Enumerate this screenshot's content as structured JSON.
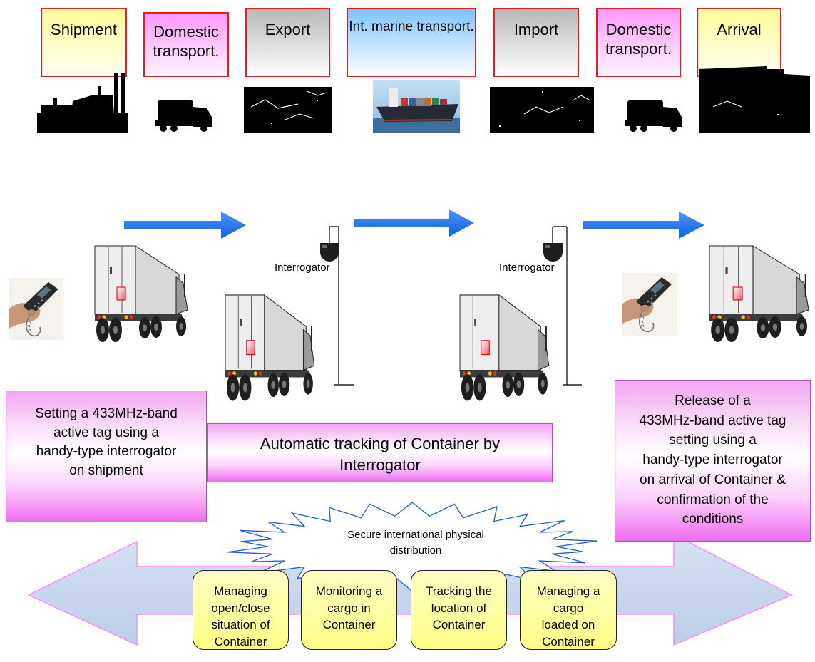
{
  "stages": [
    {
      "label": "Shipment"
    },
    {
      "label": "Domestic transport."
    },
    {
      "label": "Export"
    },
    {
      "label": "Int. marine transport."
    },
    {
      "label": "Import"
    },
    {
      "label": "Domestic transport."
    },
    {
      "label": "Arrival"
    }
  ],
  "interrogators": [
    {
      "label": "Interrogator"
    },
    {
      "label": "Interrogator"
    }
  ],
  "notes": {
    "shipment": {
      "lines": [
        "Setting a 433MHz-band",
        "active tag using a",
        "handy-type interrogator",
        "on shipment"
      ]
    },
    "tracking": {
      "lines": [
        "Automatic tracking of Container by",
        "Interrogator"
      ]
    },
    "arrival": {
      "lines": [
        "Release of a",
        "433MHz-band active tag",
        "setting using a",
        "handy-type interrogator",
        "on arrival of Container &",
        "confirmation of the",
        "conditions"
      ]
    }
  },
  "burst": {
    "lines": [
      "Secure international physical",
      "distribution"
    ]
  },
  "functions": [
    {
      "lines": [
        "Managing",
        "open/close",
        "situation of",
        "Container"
      ]
    },
    {
      "lines": [
        "Monitoring a",
        "cargo in",
        "Container"
      ]
    },
    {
      "lines": [
        "Tracking the",
        "location of",
        "Container"
      ]
    },
    {
      "lines": [
        "Managing a",
        "cargo",
        "loaded on",
        "Container"
      ]
    }
  ],
  "colors": {
    "stage_border": "#e02020",
    "flow_arrow": "#1e6fe6",
    "note_pink": "#f06cf0",
    "function_yellow": "#ffff99",
    "distribution_arrow": "#c9d7ee",
    "distribution_arrow_outline": "#ff88ff"
  }
}
